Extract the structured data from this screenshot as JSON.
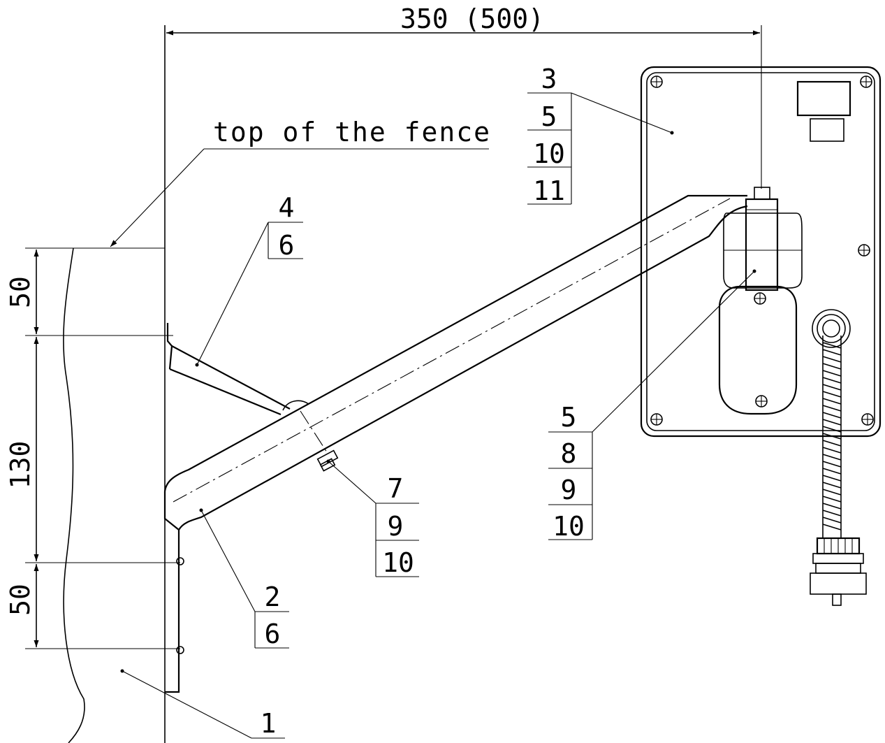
{
  "dimensions": {
    "width_label": "350 (500)",
    "upper_gap": "50",
    "middle_gap": "130",
    "lower_gap": "50"
  },
  "annotations": {
    "fence_top": "top of the fence"
  },
  "callouts": {
    "part_1": [
      "1"
    ],
    "part_2": [
      "2",
      "6"
    ],
    "part_3": [
      "3",
      "5",
      "10",
      "11"
    ],
    "part_4": [
      "4",
      "6"
    ],
    "part_5": [
      "5",
      "8",
      "9",
      "10"
    ],
    "part_7": [
      "7",
      "9",
      "10"
    ]
  }
}
